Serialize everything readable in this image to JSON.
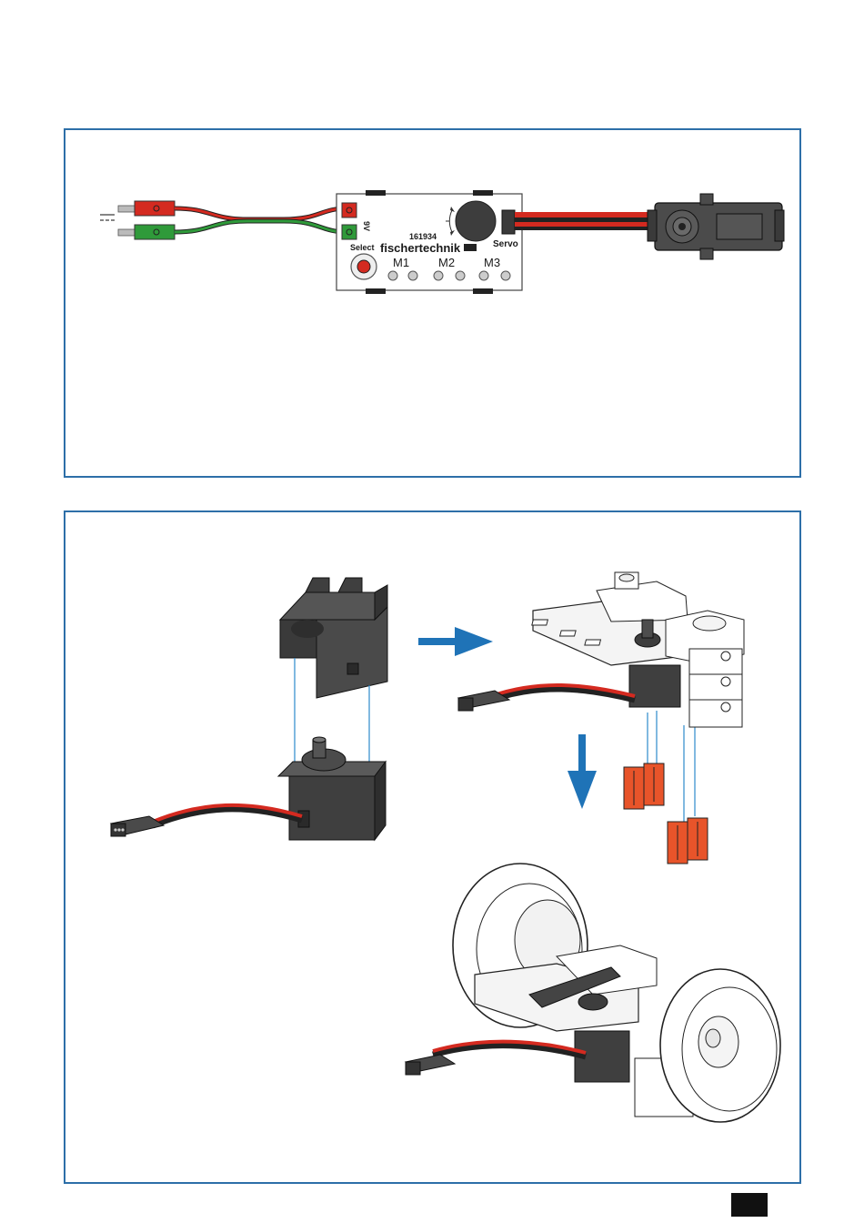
{
  "controller": {
    "part_number": "161934",
    "brand": "fischertechnik",
    "select_label": "Select",
    "servo_label": "Servo",
    "voltage_label": "9V",
    "outputs": [
      "M1",
      "M2",
      "M3"
    ]
  },
  "colors": {
    "frame": "#2d6fa8",
    "arrow": "#1f73b7",
    "wire_red": "#d42a20",
    "wire_green": "#2f9a3a",
    "plug_orange": "#e8542a",
    "servo_gray": "#4b4b4b"
  },
  "icons": [
    "dc-symbol-icon",
    "right-arrow-icon",
    "down-arrow-icon"
  ]
}
